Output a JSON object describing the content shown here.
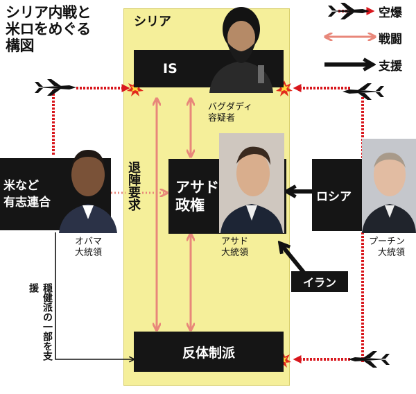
{
  "title": {
    "line1": "シリア内戦と",
    "line2": "米ロをめぐる",
    "line3": "構図"
  },
  "zone": {
    "label": "シリア"
  },
  "legend": {
    "airstrike": "空爆",
    "battle": "戦闘",
    "support": "支援"
  },
  "nodes": {
    "is": "IS",
    "assad_line1": "アサド",
    "assad_line2": "政権",
    "us_line1": "米など",
    "us_line2": "有志連合",
    "russia": "ロシア",
    "rebels": "反体制派",
    "iran": "イラン"
  },
  "people": {
    "baghdadi_line1": "バグダディ",
    "baghdadi_line2": "容疑者",
    "obama_line1": "オバマ",
    "obama_line2": "大統領",
    "assad_line1": "アサド",
    "assad_line2": "大統領",
    "putin_line1": "プーチン",
    "putin_line2": "大統領"
  },
  "annotations": {
    "resign_demand": "退陣要求",
    "partial_support": "穏健派の一部を支援"
  },
  "colors": {
    "airstrike": "#d8161c",
    "battle": "#e8877a",
    "support": "#111111",
    "zone": "#f5ef9a",
    "node": "#151515"
  }
}
